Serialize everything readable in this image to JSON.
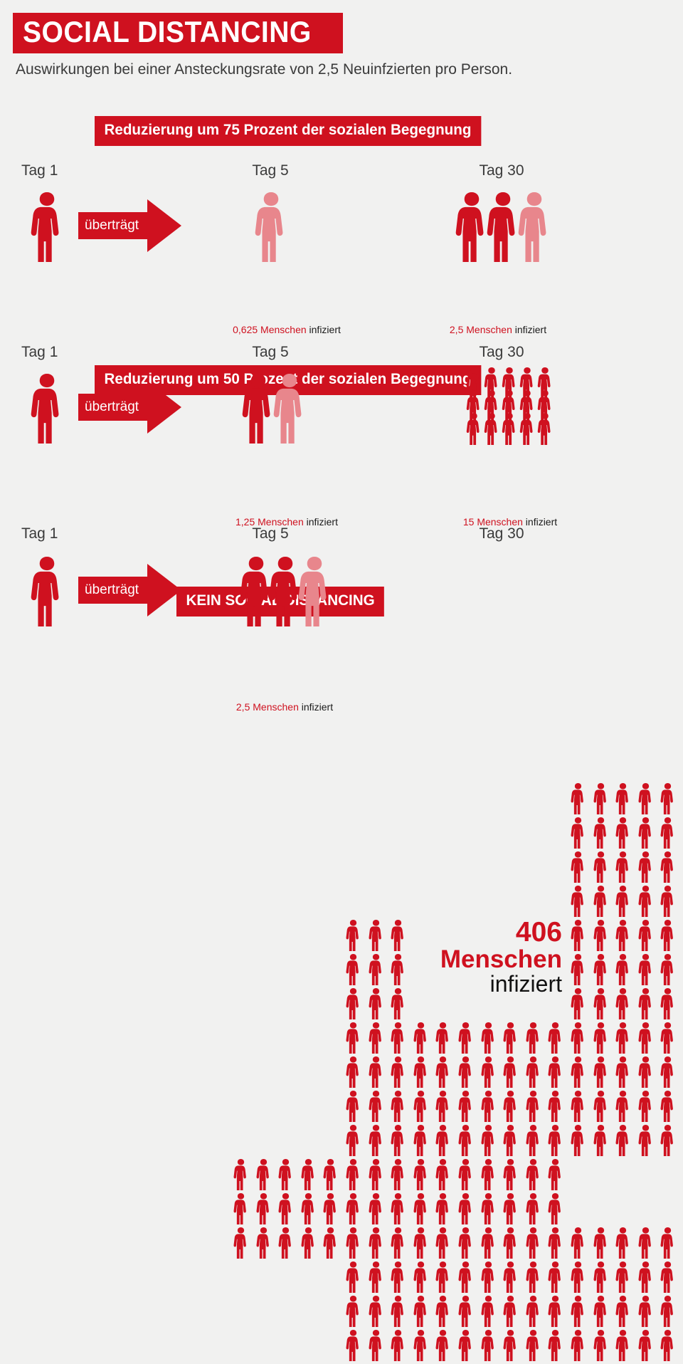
{
  "header": {
    "title": "SOCIAL DISTANCING",
    "subtitle": "Auswirkungen bei einer Ansteckungsrate von 2,5 Neuinfzierten pro Person."
  },
  "colors": {
    "red": "#cf111f",
    "red_light": "#e8868c",
    "background": "#f1f1f0",
    "text": "#3a3a3a"
  },
  "labels": {
    "day1": "Tag 1",
    "day5": "Tag 5",
    "day30": "Tag 30",
    "transmits": "überträgt",
    "infected": "infiziert",
    "people": "Menschen"
  },
  "sections": [
    {
      "id": "reduction-75",
      "banner": "Reduzierung um 75 Prozent der sozialen Begegnung",
      "day1": {
        "label": "Tag 1",
        "count": 1
      },
      "day5": {
        "label": "Tag 5",
        "value": "0,625",
        "unit": "Menschen",
        "suffix": "infiziert",
        "solid": 0,
        "faded": 1
      },
      "day30": {
        "label": "Tag 30",
        "value": "2,5",
        "unit": "Menschen",
        "suffix": "infiziert",
        "solid": 2,
        "faded": 1
      }
    },
    {
      "id": "reduction-50",
      "banner": "Reduzierung um 50 Prozent der sozialen Begegnung",
      "day1": {
        "label": "Tag 1",
        "count": 1
      },
      "day5": {
        "label": "Tag 5",
        "value": "1,25",
        "unit": "Menschen",
        "suffix": "infiziert",
        "solid": 1,
        "faded": 1
      },
      "day30": {
        "label": "Tag 30",
        "value": "15",
        "unit": "Menschen",
        "suffix": "infiziert",
        "solid": 15,
        "faded": 0,
        "cols": 5,
        "rows": 3
      }
    },
    {
      "id": "no-distancing",
      "banner": "KEIN SOCIAL DISTANCING",
      "day1": {
        "label": "Tag 1",
        "count": 1
      },
      "day5": {
        "label": "Tag 5",
        "value": "2,5",
        "unit": "Menschen",
        "suffix": "infiziert",
        "solid": 2,
        "faded": 1
      },
      "day30": {
        "label": "Tag 30",
        "value": "406",
        "unit": "Menschen",
        "suffix": "infiziert",
        "solid": 406
      }
    }
  ],
  "callout": {
    "number": "406",
    "unit": "Menschen",
    "suffix": "infiziert"
  },
  "chart_data": {
    "type": "pictogram",
    "title": "SOCIAL DISTANCING",
    "subtitle": "Auswirkungen bei einer Ansteckungsrate von 2,5 Neuinfzierten pro Person.",
    "unit": "Menschen infiziert",
    "categories": [
      "Tag 1",
      "Tag 5",
      "Tag 30"
    ],
    "series": [
      {
        "name": "Reduzierung um 75 Prozent der sozialen Begegnung",
        "values": [
          1,
          0.625,
          2.5
        ]
      },
      {
        "name": "Reduzierung um 50 Prozent der sozialen Begegnung",
        "values": [
          1,
          1.25,
          15
        ]
      },
      {
        "name": "KEIN SOCIAL DISTANCING",
        "values": [
          1,
          2.5,
          406
        ]
      }
    ],
    "infection_rate": 2.5,
    "annotations": [
      "0,625 Menschen infiziert",
      "2,5 Menschen infiziert",
      "1,25 Menschen infiziert",
      "15 Menschen infiziert",
      "406 Menschen infiziert"
    ]
  }
}
